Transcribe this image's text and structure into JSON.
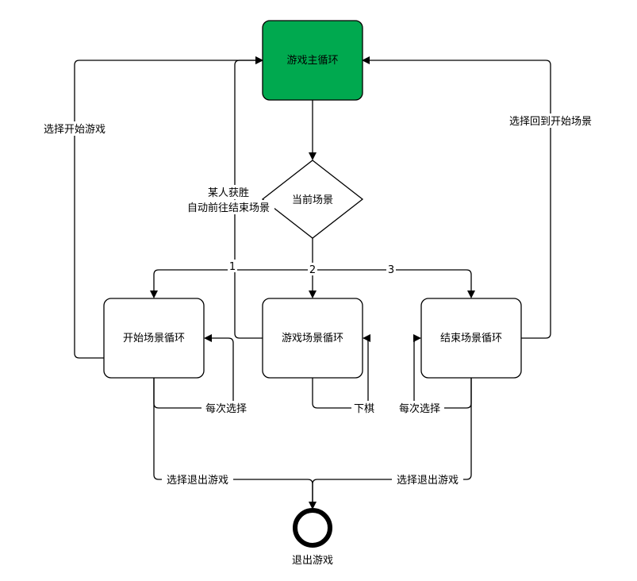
{
  "colors": {
    "main_loop_fill": "#00a94f",
    "stroke": "#000000",
    "background": "#ffffff"
  },
  "nodes": {
    "main_loop": "游戏主循环",
    "current_scene": "当前场景",
    "start_scene_loop": "开始场景循环",
    "game_scene_loop": "游戏场景循环",
    "end_scene_loop": "结束场景循环",
    "exit_game": "退出游戏"
  },
  "edge_labels": {
    "select_start_game": "选择开始游戏",
    "select_back_to_start": "选择回到开始场景",
    "someone_wins_line1": "某人获胜",
    "someone_wins_line2": "自动前往结束场景",
    "branch_1": "1",
    "branch_2": "2",
    "branch_3": "3",
    "each_select_left": "每次选择",
    "place_piece": "下棋",
    "each_select_right": "每次选择",
    "select_exit_left": "选择退出游戏",
    "select_exit_right": "选择退出游戏"
  }
}
